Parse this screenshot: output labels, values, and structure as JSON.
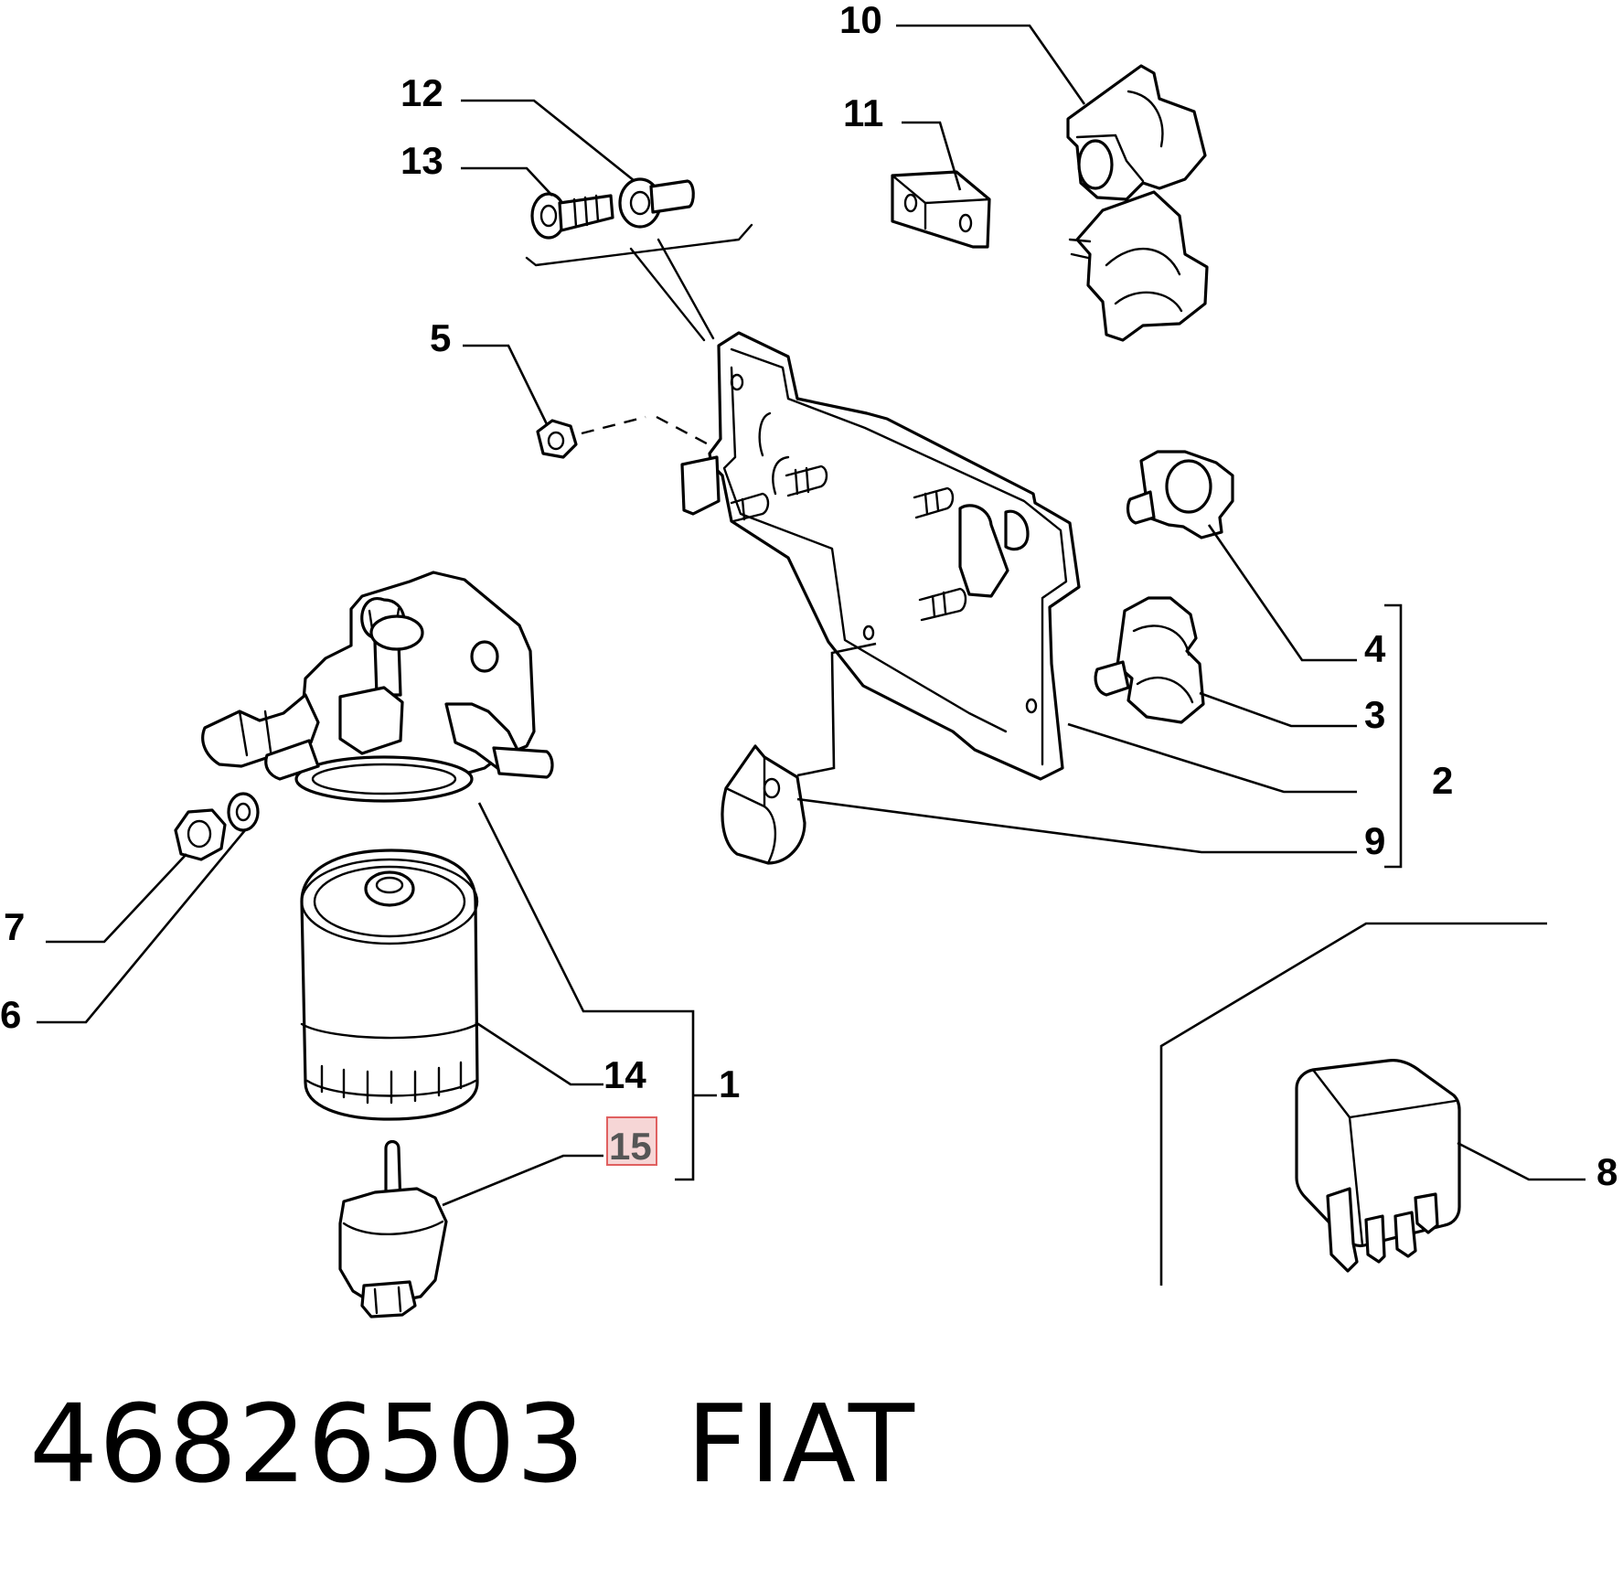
{
  "callouts": {
    "c1": "1",
    "c2": "2",
    "c3": "3",
    "c4": "4",
    "c5": "5",
    "c6": "6",
    "c7": "7",
    "c8": "8",
    "c9": "9",
    "c10": "10",
    "c11": "11",
    "c12": "12",
    "c13": "13",
    "c14": "14",
    "c15": "15"
  },
  "highlighted_callout": "15",
  "highlight_color": "#f6d6d6",
  "footer": {
    "part_number": "46826503",
    "brand": "FIAT"
  }
}
